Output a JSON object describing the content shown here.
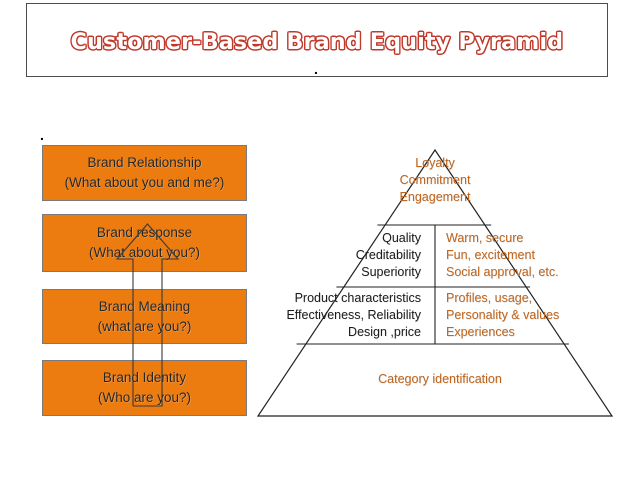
{
  "title": "Customer-Based Brand Equity Pyramid",
  "title_dot": ".",
  "side_dot": ".",
  "colors": {
    "title_outline": "#c0392b",
    "box_fill": "#ec7b10",
    "pyramid_text": "#c0651d"
  },
  "boxes": [
    {
      "line1": "Brand Relationship",
      "line2": "(What about you and me?)"
    },
    {
      "line1": "Brand response",
      "line2": "(What about you?)"
    },
    {
      "line1": "Brand Meaning",
      "line2": "(what are you?)"
    },
    {
      "line1": "Brand Identity",
      "line2": "(Who are you?)"
    }
  ],
  "pyramid": {
    "top": [
      "Loyalty",
      "Commitment",
      "Engagement"
    ],
    "left_upper": [
      "Quality",
      "Creditability",
      "Superiority"
    ],
    "right_upper": [
      "Warm, secure",
      "Fun, excitement",
      "Social approval, etc."
    ],
    "left_lower": [
      "Product characteristics",
      "Effectiveness, Reliability",
      "Design ,price"
    ],
    "right_lower": [
      "Profiles, usage,",
      "Personality & values",
      "Experiences"
    ],
    "base": "Category identification"
  }
}
